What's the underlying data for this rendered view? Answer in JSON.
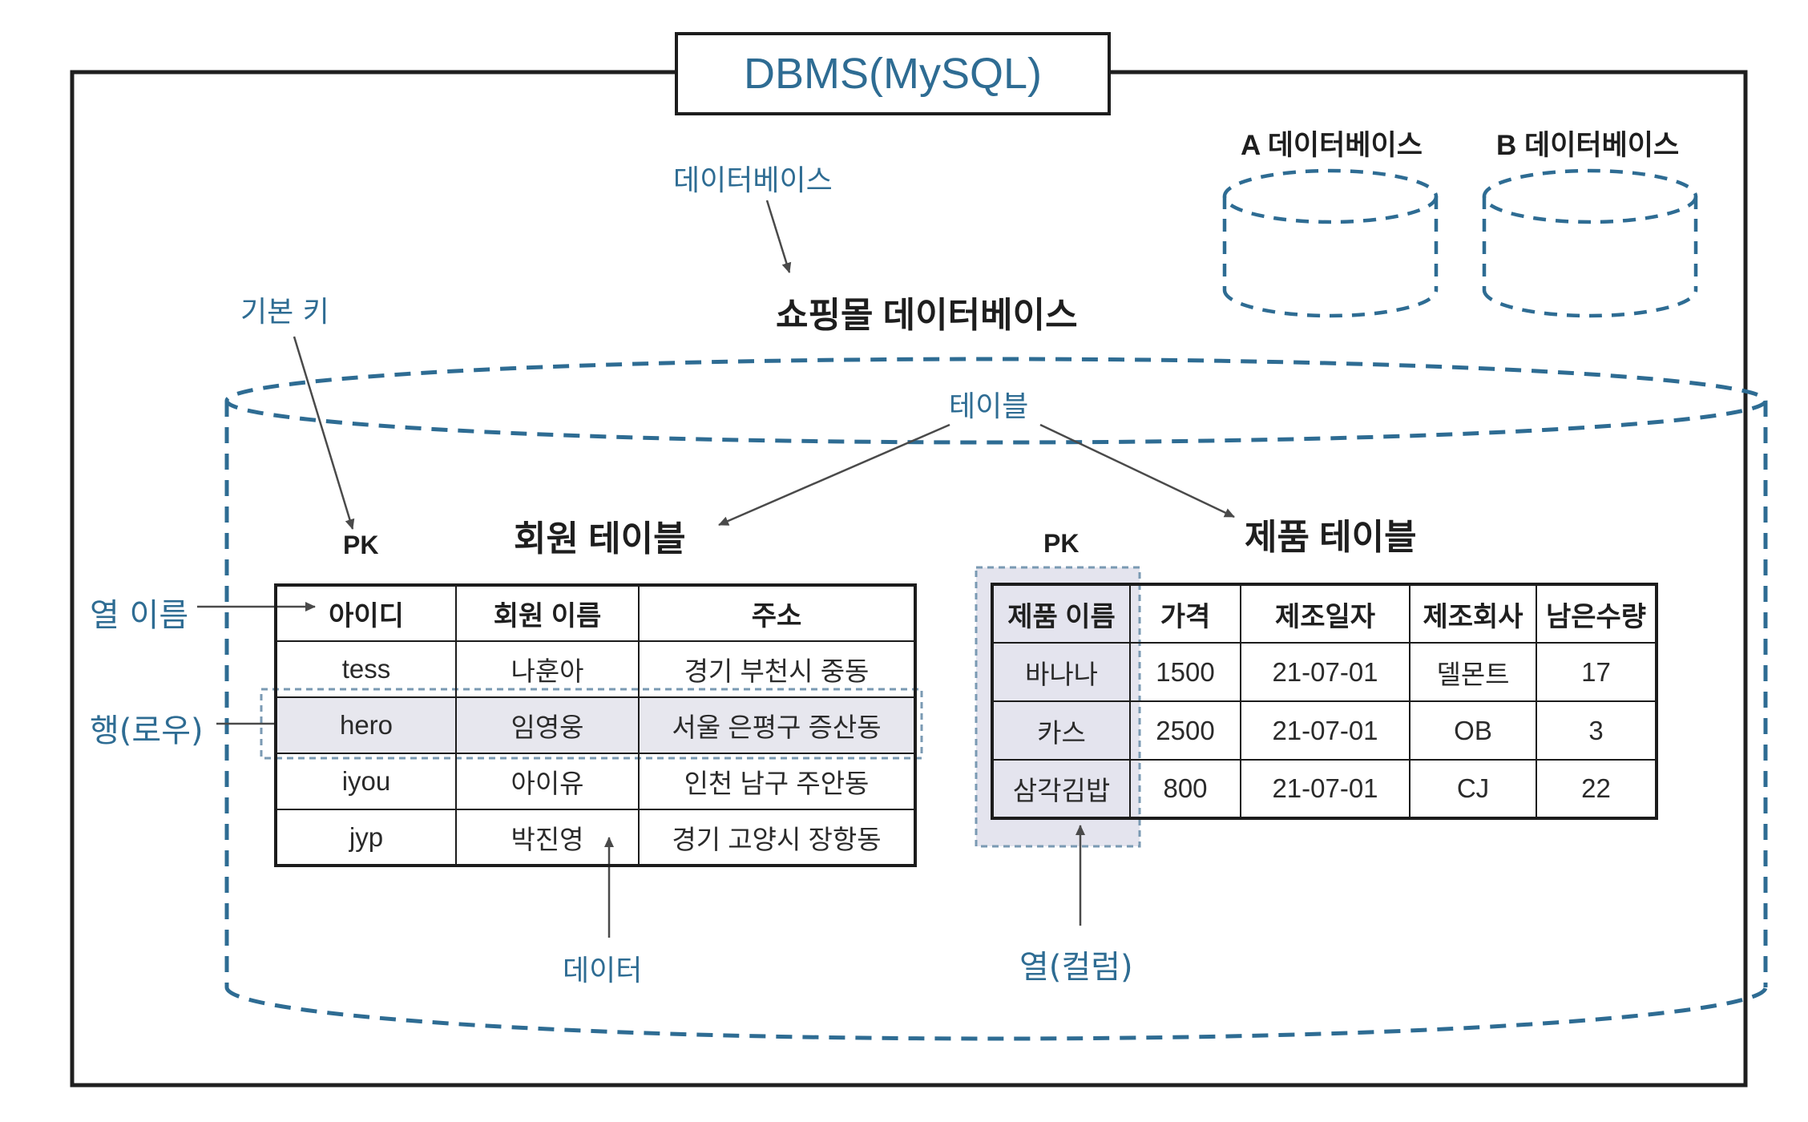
{
  "title": "DBMS(MySQL)",
  "databases": {
    "a_label": "A 데이터베이스",
    "b_label": "B 데이터베이스",
    "shopping_label": "쇼핑몰 데이터베이스"
  },
  "annotations": {
    "database": "데이터베이스",
    "primary_key": "기본 키",
    "table": "테이블",
    "column_name": "열 이름",
    "row": "행(로우)",
    "data": "데이터",
    "column": "열(컬럼)"
  },
  "member_table": {
    "title": "회원 테이블",
    "pk": "PK",
    "headers": [
      "아이디",
      "회원 이름",
      "주소"
    ],
    "rows": [
      [
        "tess",
        "나훈아",
        "경기 부천시 중동"
      ],
      [
        "hero",
        "임영웅",
        "서울 은평구 증산동"
      ],
      [
        "iyou",
        "아이유",
        "인천 남구 주안동"
      ],
      [
        "jyp",
        "박진영",
        "경기 고양시 장항동"
      ]
    ]
  },
  "product_table": {
    "title": "제품 테이블",
    "pk": "PK",
    "headers": [
      "제품 이름",
      "가격",
      "제조일자",
      "제조회사",
      "남은수량"
    ],
    "rows": [
      [
        "바나나",
        "1500",
        "21-07-01",
        "델몬트",
        "17"
      ],
      [
        "카스",
        "2500",
        "21-07-01",
        "OB",
        "3"
      ],
      [
        "삼각김밥",
        "800",
        "21-07-01",
        "CJ",
        "22"
      ]
    ]
  },
  "colors": {
    "accent": "#2e6c93",
    "outline": "#1c1c1c",
    "highlight": "#e6e6ee"
  }
}
